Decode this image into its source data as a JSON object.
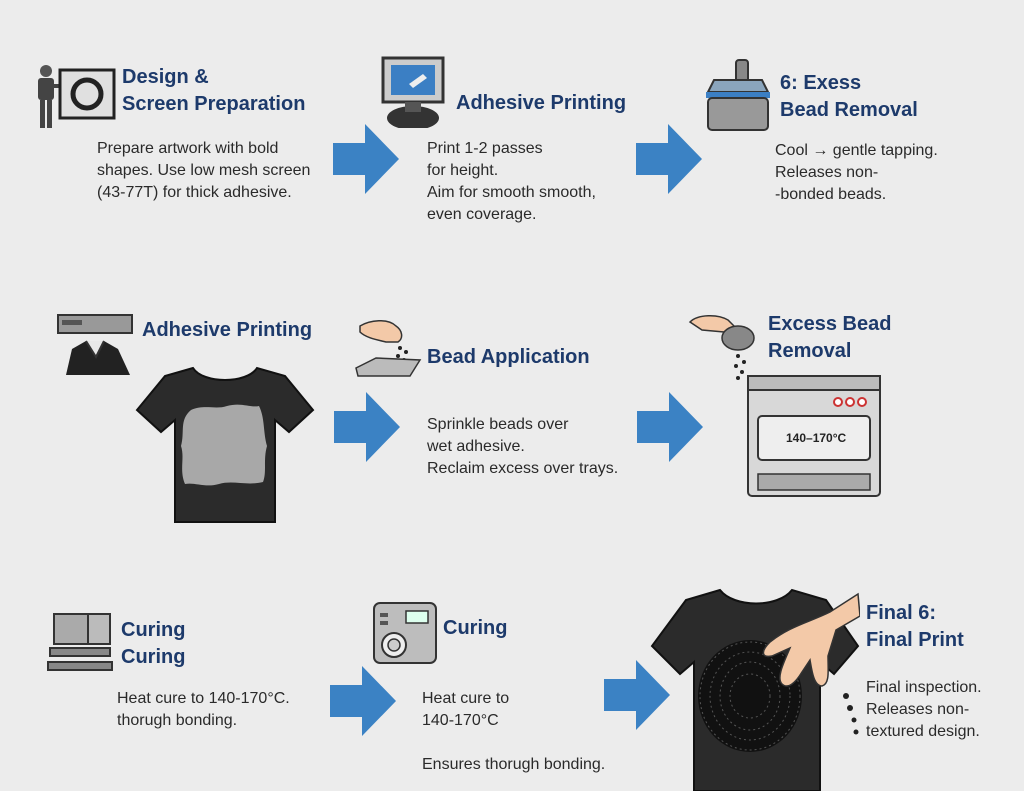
{
  "steps": [
    {
      "title": "Design &\nScreen Preparation",
      "desc": "Prepare artwork with bold\nshapes. Use low mesh screen\n(43-77T) for thick adhesive.",
      "icon": "screen-frame-worker-icon"
    },
    {
      "title": "Adhesive Printing",
      "desc": "Print 1-2 passes\nfor height.\nAim for smooth smooth,\neven coverage.",
      "icon": "monitor-print-icon"
    },
    {
      "title": "6: Exess\n   Bead Removal",
      "desc": "Cool → gentle tapping.\nReleases non-\n-bonded beads.",
      "icon": "press-machine-icon"
    },
    {
      "title": "Adhesive Printing",
      "desc": "",
      "icon": "print-head-shirt-icon"
    },
    {
      "title": "Bead Application",
      "desc": "Sprinkle beads over\nwet adhesive.\n Reclaim excess over trays.",
      "icon": "sprinkle-hand-icon"
    },
    {
      "title": "Excess Bead\nRemoval",
      "desc": "",
      "icon": "shaker-hand-icon"
    },
    {
      "title": "Curing\nCuring",
      "desc": "Heat cure to 140-170°C.\nthorugh bonding.",
      "icon": "heat-press-icon"
    },
    {
      "title": "Curing",
      "desc": "Heat cure to\n140-170°C\n\nEnsures thorugh bonding.",
      "icon": "dryer-machine-icon"
    },
    {
      "title": "Final 6:\nFinal Print",
      "desc": "Final inspection.\nReleases non-\ntextured design.",
      "icon": "final-shirt-icon"
    }
  ],
  "oven_label": "140–170°C",
  "colors": {
    "title": "#1d3a6b",
    "arrow": "#3b82c4",
    "background": "#ececec"
  }
}
